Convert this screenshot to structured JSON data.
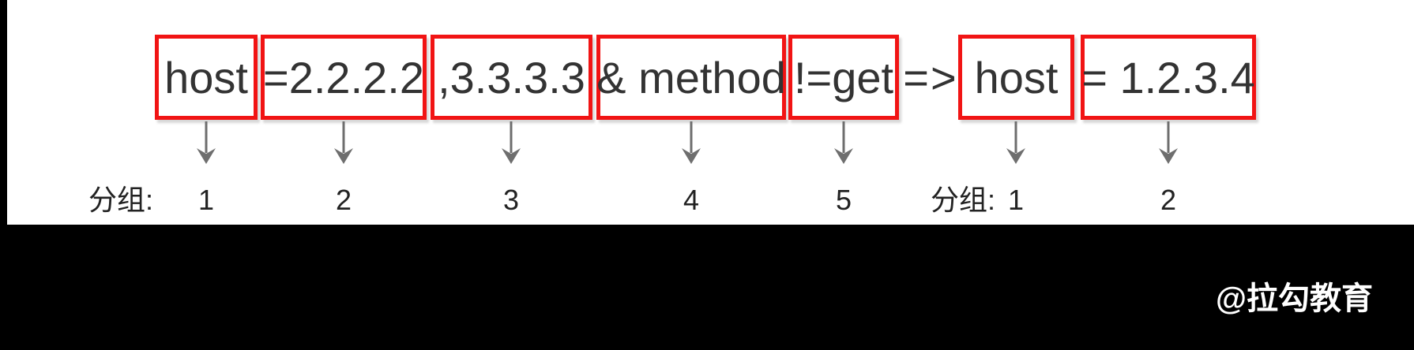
{
  "expression": {
    "separator": "=>",
    "segments": [
      {
        "text": "host",
        "group": "1"
      },
      {
        "text": "=2.2.2.2",
        "group": "2"
      },
      {
        "text": ",3.3.3.3",
        "group": "3"
      },
      {
        "text": "& method",
        "group": "4"
      },
      {
        "text": "!=get",
        "group": "5"
      },
      {
        "text": "host",
        "group": "1"
      },
      {
        "text": "= 1.2.3.4",
        "group": "2"
      }
    ]
  },
  "labels": {
    "group_label_left": "分组:",
    "group_label_right": "分组:"
  },
  "watermark": "@拉勾教育",
  "colors": {
    "box_border": "#f11414",
    "arrow": "#6e6e6e",
    "text": "#333333",
    "footer_bg": "#000000"
  }
}
